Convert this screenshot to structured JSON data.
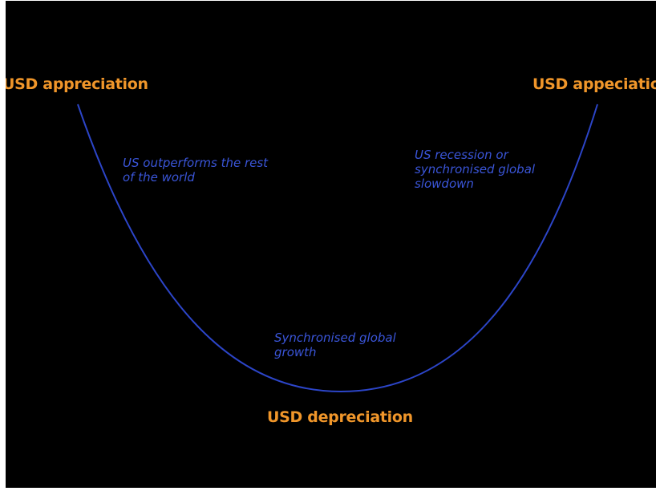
{
  "labels": {
    "top_left": "USD appreciation",
    "top_right": "USD appeciation",
    "bottom": "USD depreciation"
  },
  "annotations": {
    "left": "US outperforms the rest\nof the world",
    "right": "US recession or\nsynchronised global\nslowdown",
    "bottom": "Synchronised global\ngrowth"
  },
  "colors": {
    "background": "#000000",
    "curve": "#2c45c8",
    "label": "#f0962a",
    "annotation": "#3a55d8"
  }
}
